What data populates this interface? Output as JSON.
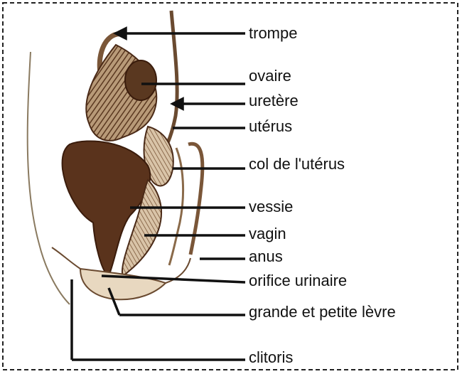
{
  "diagram": {
    "labels": {
      "trompe": "trompe",
      "ovaire": "ovaire",
      "uretere": "uretère",
      "uterus": "utérus",
      "col": "col de l'utérus",
      "vessie": "vessie",
      "vagin": "vagin",
      "anus": "anus",
      "orifice": "orifice urinaire",
      "levres": "grande et petite lèvre",
      "clitoris": "clitoris"
    },
    "colors": {
      "organ_dark": "#4a2a17",
      "organ_hatch": "#7a5638",
      "line": "#111111",
      "frame": "#222222"
    }
  }
}
